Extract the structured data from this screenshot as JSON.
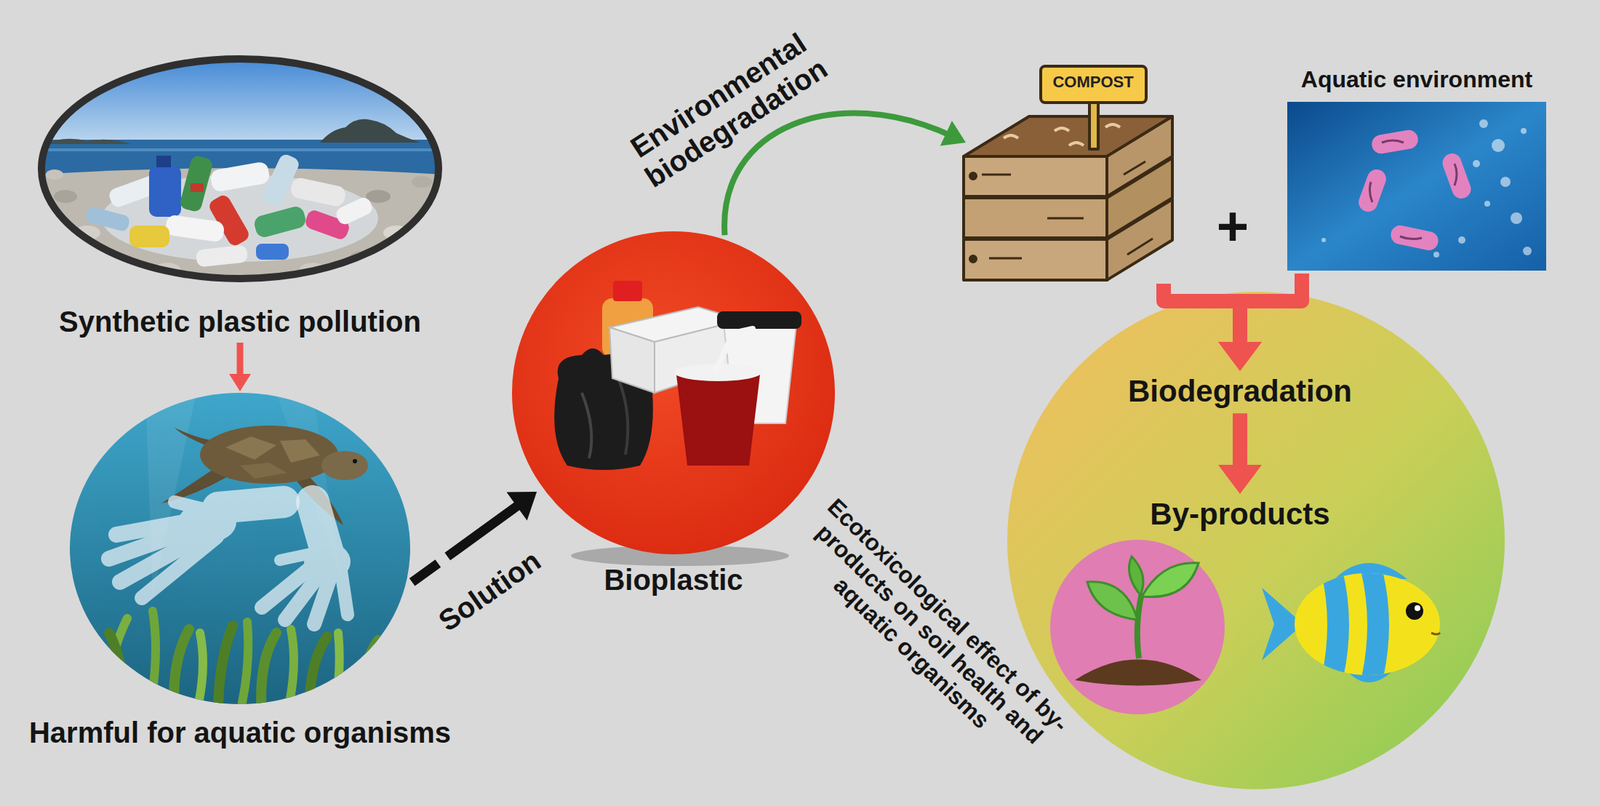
{
  "diagram": {
    "nodes": [
      {
        "text": [
          "Synthetic plastic pollution"
        ]
      },
      {
        "text": [
          "Harmful for aquatic organisms"
        ]
      },
      {
        "text": [
          "Bioplastic"
        ]
      },
      {
        "text": [
          "COMPOST"
        ]
      },
      {
        "text": [
          "Aquatic environment"
        ]
      },
      {
        "text": [
          "Biodegradation"
        ]
      },
      {
        "text": [
          "By-products"
        ]
      }
    ],
    "edges": [
      {
        "from": 0,
        "to": 1,
        "arrow": "to"
      },
      {
        "from": 1,
        "to": 2,
        "label": "Solution",
        "arrow": "to"
      },
      {
        "from": 2,
        "to": 3,
        "label": "Environmental biodegradation",
        "arrow": "to"
      },
      {
        "from": 3,
        "to": 5,
        "arrow": "to"
      },
      {
        "from": 4,
        "to": 5,
        "arrow": "to"
      },
      {
        "from": 5,
        "to": 6,
        "arrow": "to"
      }
    ],
    "labels": [
      "+",
      "Ecotoxicological effect of by- products on soil health and aquatic organisms"
    ]
  }
}
